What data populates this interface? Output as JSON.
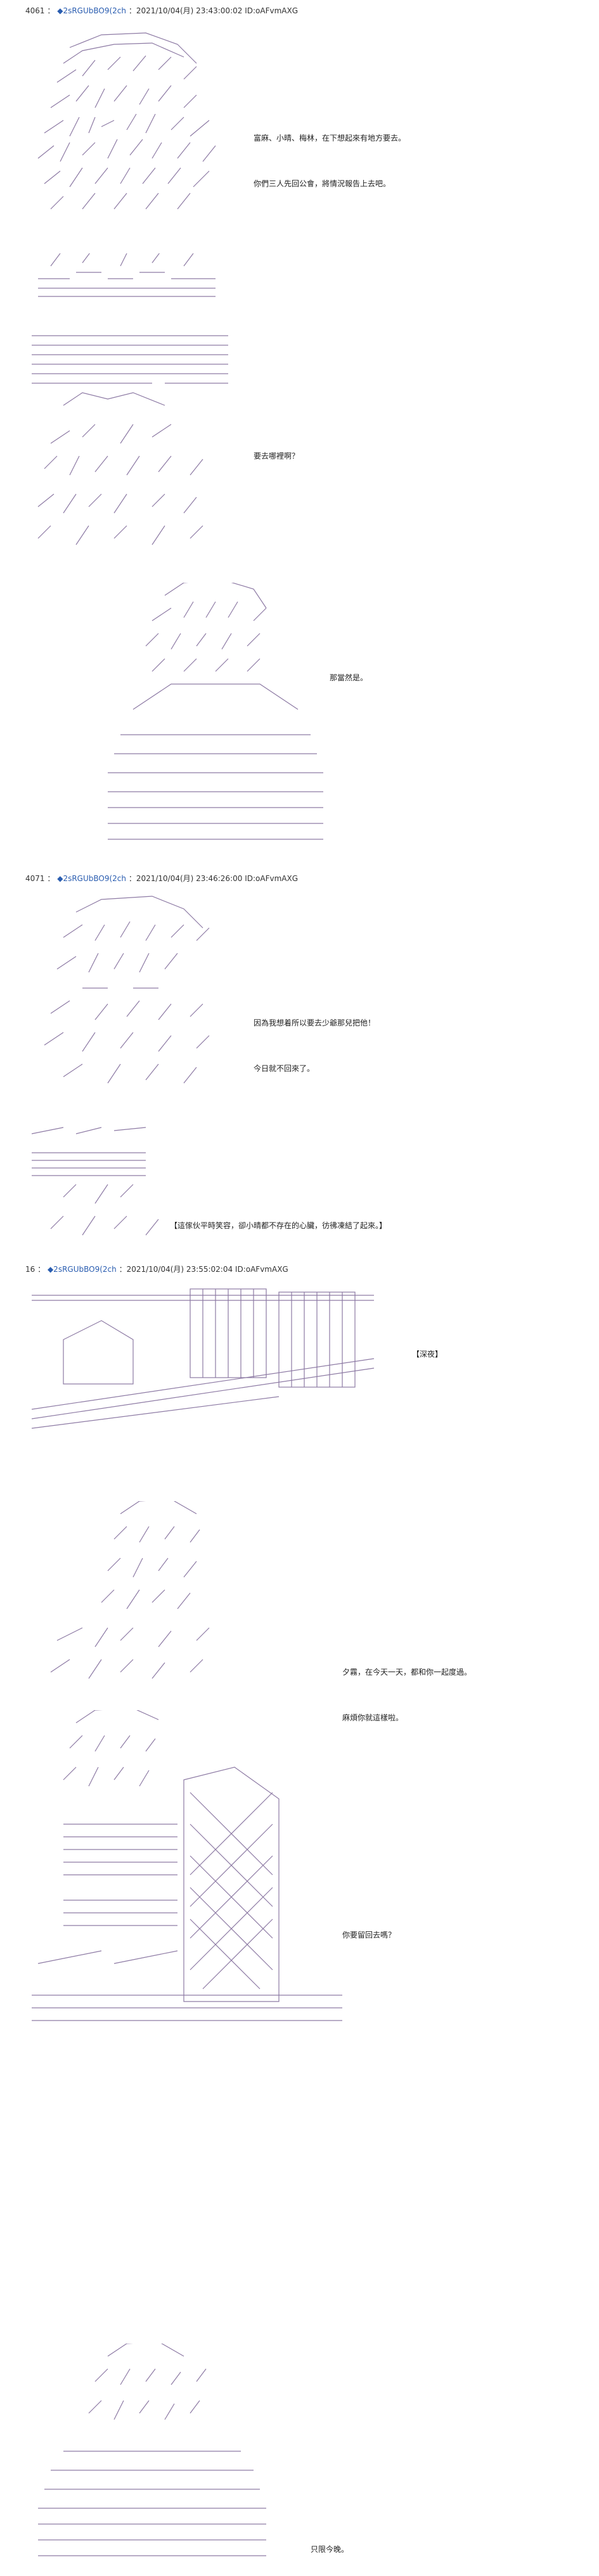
{
  "posts": [
    {
      "header": {
        "num": "4061",
        "sep": "：",
        "name": "◆2sRGUbBO9(2ch",
        "date": "：2021/10/04(月) 23:43:00:02 ID:oAFvmAXG"
      },
      "panels": [
        {
          "lines": [
            "富麻、小晴、梅林，在下想起來有地方要去。",
            "你們三人先回公會，將情況報告上去吧。"
          ]
        },
        {
          "lines": [
            "要去哪裡啊？"
          ]
        },
        {
          "lines": [
            "那當然是。"
          ]
        }
      ]
    },
    {
      "header": {
        "num": "4071",
        "sep": "：",
        "name": "◆2sRGUbBO9(2ch",
        "date": "：2021/10/04(月) 23:46:26:00 ID:oAFvmAXG"
      },
      "panels": [
        {
          "lines": [
            "因為我想着所以要去少爺那兒把他！",
            "今日就不回來了。"
          ]
        },
        {
          "lines": [
            "【這傢伙平時笑容，卻小晴都不存在的心臟，彷彿凍結了起來。】"
          ]
        }
      ]
    },
    {
      "header": {
        "num": "16",
        "sep": "：",
        "name": "◆2sRGUbBO9(2ch",
        "date": "：2021/10/04(月) 23:55:02:04 ID:oAFvmAXG"
      },
      "panels": [
        {
          "lines": [
            "【深夜】"
          ]
        },
        {
          "lines": [
            "夕霧，在今天一天，都和你一起度過。",
            "麻煩你就這樣啦。"
          ]
        },
        {
          "lines": [
            "你要留回去嗎？"
          ]
        },
        {
          "lines": [
            "只限今晚。"
          ]
        }
      ]
    }
  ]
}
